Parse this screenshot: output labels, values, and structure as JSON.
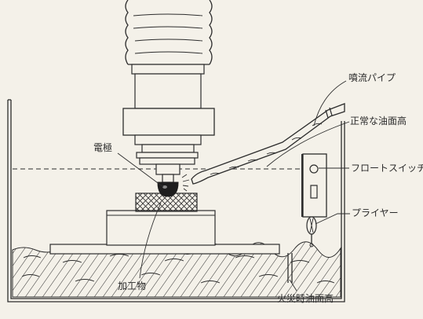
{
  "labels": {
    "jet_pipe": "噴流パイプ",
    "normal_oil_level": "正常な油面高",
    "electrode": "電極",
    "float_switch": "フロートスイッチ",
    "pliers": "プライヤー",
    "workpiece": "加工物",
    "fire_oil_level": "火災時油面高"
  }
}
